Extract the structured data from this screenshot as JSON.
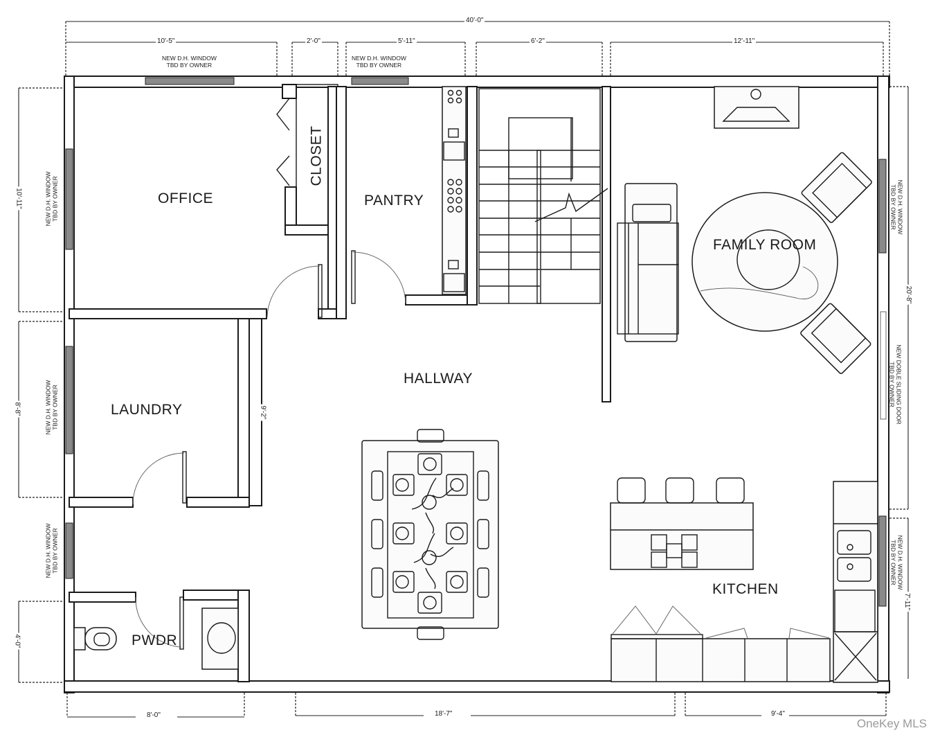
{
  "plan": {
    "overall_width": "40'-0\"",
    "rooms": {
      "office": "OFFICE",
      "closet": "CLOSET",
      "pantry": "PANTRY",
      "family_room": "FAMILY ROOM",
      "hallway": "HALLWAY",
      "laundry": "LAUNDRY",
      "kitchen": "KITCHEN",
      "powder": "PWDR"
    },
    "dimensions": {
      "top": [
        "10'-5\"",
        "2'-0\"",
        "5'-11\"",
        "6'-2\"",
        "12'-11\""
      ],
      "bottom": [
        "8'-0\"",
        "18'-7\"",
        "9'-4\""
      ],
      "left": [
        "10'-11\"",
        "8'-8\"",
        "4'-0\""
      ],
      "right": [
        "20'-8\"",
        "7'-11\""
      ],
      "interior": [
        "9'-2\""
      ]
    },
    "notes": {
      "window_top_office_1": "NEW D.H. WINDOW",
      "window_top_office_2": "TBD BY OWNER",
      "window_top_pantry_1": "NEW D.H. WINDOW",
      "window_top_pantry_2": "TBD BY OWNER",
      "window_left_office_1": "NEW D.H. WINDOW",
      "window_left_office_2": "TBD BY OWNER",
      "window_left_laundry_1": "NEW D.H. WINDOW",
      "window_left_laundry_2": "TBD BY OWNER",
      "window_left_hall_1": "NEW D.H. WINDOW",
      "window_left_hall_2": "TBD BY OWNER",
      "window_right_family_1": "NEW D.H. WINDOW",
      "window_right_family_2": "TBD BY OWNER",
      "door_right_family_1": "NEW DOBLE SLIDING DOOR",
      "door_right_family_2": "TBD BY OWNER",
      "window_right_kitchen_1": "NEW D.H. WINDOW",
      "window_right_kitchen_2": "TBD BY OWNER"
    },
    "watermark": "OneKey MLS"
  }
}
